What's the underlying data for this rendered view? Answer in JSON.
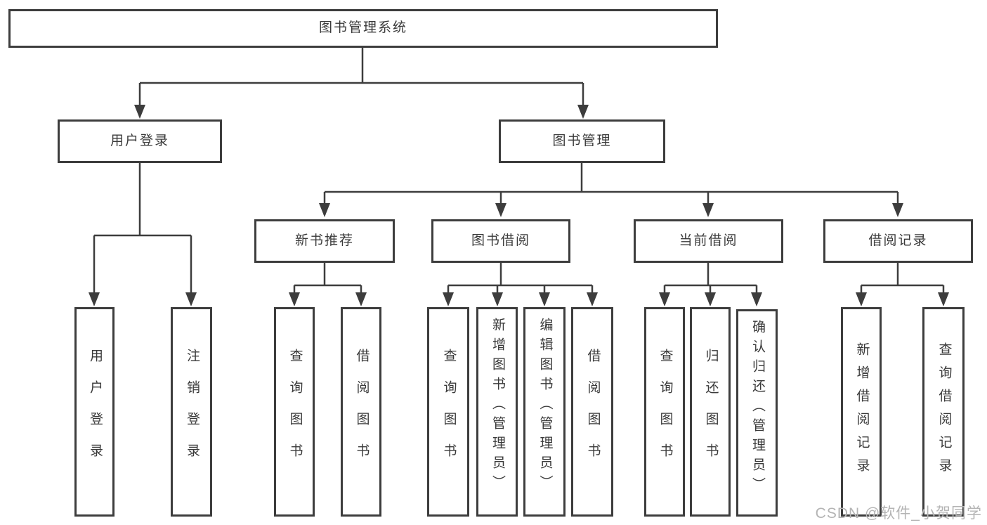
{
  "diagram": {
    "root": {
      "label": "图书管理系统"
    },
    "level2": [
      {
        "label": "用户登录"
      },
      {
        "label": "图书管理"
      }
    ],
    "level3": [
      {
        "label": "新书推荐"
      },
      {
        "label": "图书借阅"
      },
      {
        "label": "当前借阅"
      },
      {
        "label": "借阅记录"
      }
    ],
    "leaves": [
      {
        "label": "用户登录"
      },
      {
        "label": "注销登录"
      },
      {
        "label": "查询图书"
      },
      {
        "label": "借阅图书"
      },
      {
        "label": "查询图书"
      },
      {
        "label": "新增图书（管理员）"
      },
      {
        "label": "编辑图书（管理员）"
      },
      {
        "label": "借阅图书"
      },
      {
        "label": "查询图书"
      },
      {
        "label": "归还图书"
      },
      {
        "label": "确认归还（管理员）"
      },
      {
        "label": "新增借阅记录"
      },
      {
        "label": "查询借阅记录"
      }
    ]
  },
  "watermark": {
    "text": "CSDN @软件_小贺同学"
  },
  "colors": {
    "line": "#3d3d3d",
    "text": "#3a3a3a",
    "background": "#ffffff",
    "watermark": "#b4b4b4"
  }
}
